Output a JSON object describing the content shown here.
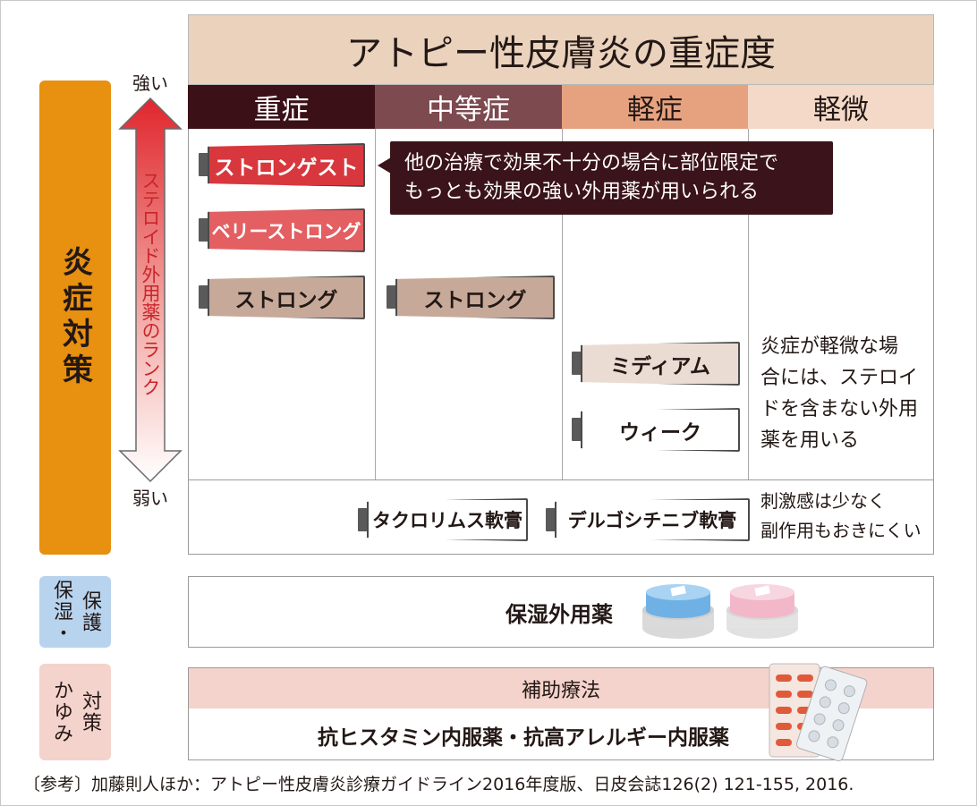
{
  "title": "アトピー性皮膚炎の重症度",
  "severity_levels": [
    {
      "label": "重症",
      "bg": "#3b1016",
      "fg": "#ffffff"
    },
    {
      "label": "中等症",
      "bg": "#7c4a4f",
      "fg": "#ffffff"
    },
    {
      "label": "軽症",
      "bg": "#e6a27f",
      "fg": "#231815"
    },
    {
      "label": "軽微",
      "bg": "#f4d9c8",
      "fg": "#231815"
    }
  ],
  "left_labels": {
    "inflammation": "炎症対策",
    "moisture_col1": "保湿・",
    "moisture_col2": "保護",
    "itch_col1": "かゆみ",
    "itch_col2": "対策"
  },
  "arrow": {
    "strong": "強い",
    "weak": "弱い",
    "label": "ステロイド外用薬のランク"
  },
  "steroid_tubes": {
    "strongest": "ストロンゲスト",
    "very_strong": "ベリーストロング",
    "strong_severe": "ストロング",
    "strong_moderate": "ストロング",
    "medium": "ミディアム",
    "weak": "ウィーク"
  },
  "callout": {
    "line1": "他の治療で効果不十分の場合に部位限定で",
    "line2": "もっとも効果の強い外用薬が用いられる"
  },
  "mild_note": {
    "line1": "炎症が軽微な場",
    "line2": "合には、ステロイ",
    "line3": "ドを含まない外用",
    "line4": "薬を用いる"
  },
  "non_steroid": {
    "tacrolimus": "タクロリムス軟膏",
    "delgocitinib": "デルゴシチニブ軟膏",
    "note_line1": "刺激感は少なく",
    "note_line2": "副作用もおきにくい"
  },
  "moisturizer": "保湿外用薬",
  "adjunct": {
    "header": "補助療法",
    "drugs": "抗ヒスタミン内服薬・抗高アレルギー内服薬"
  },
  "reference": "〔参考〕加藤則人ほか：アトピー性皮膚炎診療ガイドライン2016年度版、日皮会誌126(2) 121-155, 2016.",
  "colors": {
    "orange": "#e8900f",
    "blue_label": "#b8d3ee",
    "pink_label": "#f4d3cc",
    "tube_strongest": "#d8373d",
    "tube_very_strong": "#e35f62",
    "tube_strong": "#c7a99a",
    "tube_medium": "#eadbd3",
    "tube_weak": "#ffffff"
  }
}
